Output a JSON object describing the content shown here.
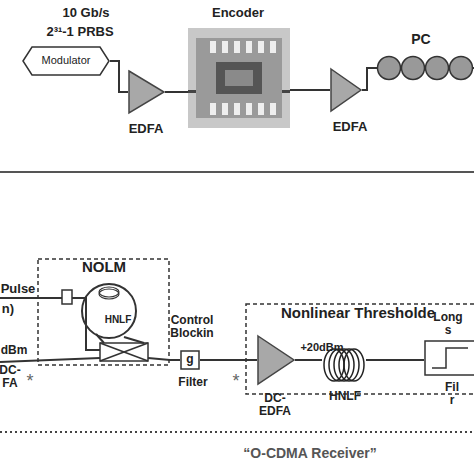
{
  "diagram": {
    "nodes": [
      {
        "text": [
          "Modulator"
        ]
      },
      {
        "text": [
          "EDFA"
        ]
      },
      {
        "text": [
          "Encoder"
        ]
      },
      {
        "text": [
          "EDFA"
        ]
      },
      {
        "text": [
          "PC"
        ]
      },
      {
        "text": [
          "NOLM"
        ]
      },
      {
        "text": [
          "HNLF"
        ],
        "in": 5
      },
      {
        "text": [
          "Control Blockin",
          "g",
          "Filter"
        ]
      },
      {
        "text": [
          "Nonlinear Thresholde"
        ]
      },
      {
        "text": [
          "+20dBm",
          "DC- EDFA"
        ],
        "in": 8
      },
      {
        "text": [
          "HNLF"
        ],
        "in": 8
      },
      {
        "text": [
          "Long s",
          "Fil r"
        ],
        "in": 8
      }
    ],
    "edges": [
      {
        "from": 0,
        "to": 1,
        "arrow": "none"
      },
      {
        "from": 1,
        "to": 2,
        "arrow": "none"
      },
      {
        "from": 2,
        "to": 3,
        "arrow": "none"
      },
      {
        "from": 3,
        "to": 4,
        "arrow": "none"
      },
      {
        "from": 5,
        "to": 7,
        "arrow": "none"
      },
      {
        "from": 7,
        "to": 9,
        "arrow": "none"
      },
      {
        "from": 9,
        "to": 10,
        "arrow": "none"
      },
      {
        "from": 10,
        "to": 11,
        "arrow": "none"
      }
    ],
    "labels": [
      "10 Gb/s",
      "2³¹-1 PRBS",
      "Pulse",
      "n)",
      "dBm",
      "DC- FA",
      "*",
      "*",
      "“O-CDMA Receiver”"
    ]
  }
}
